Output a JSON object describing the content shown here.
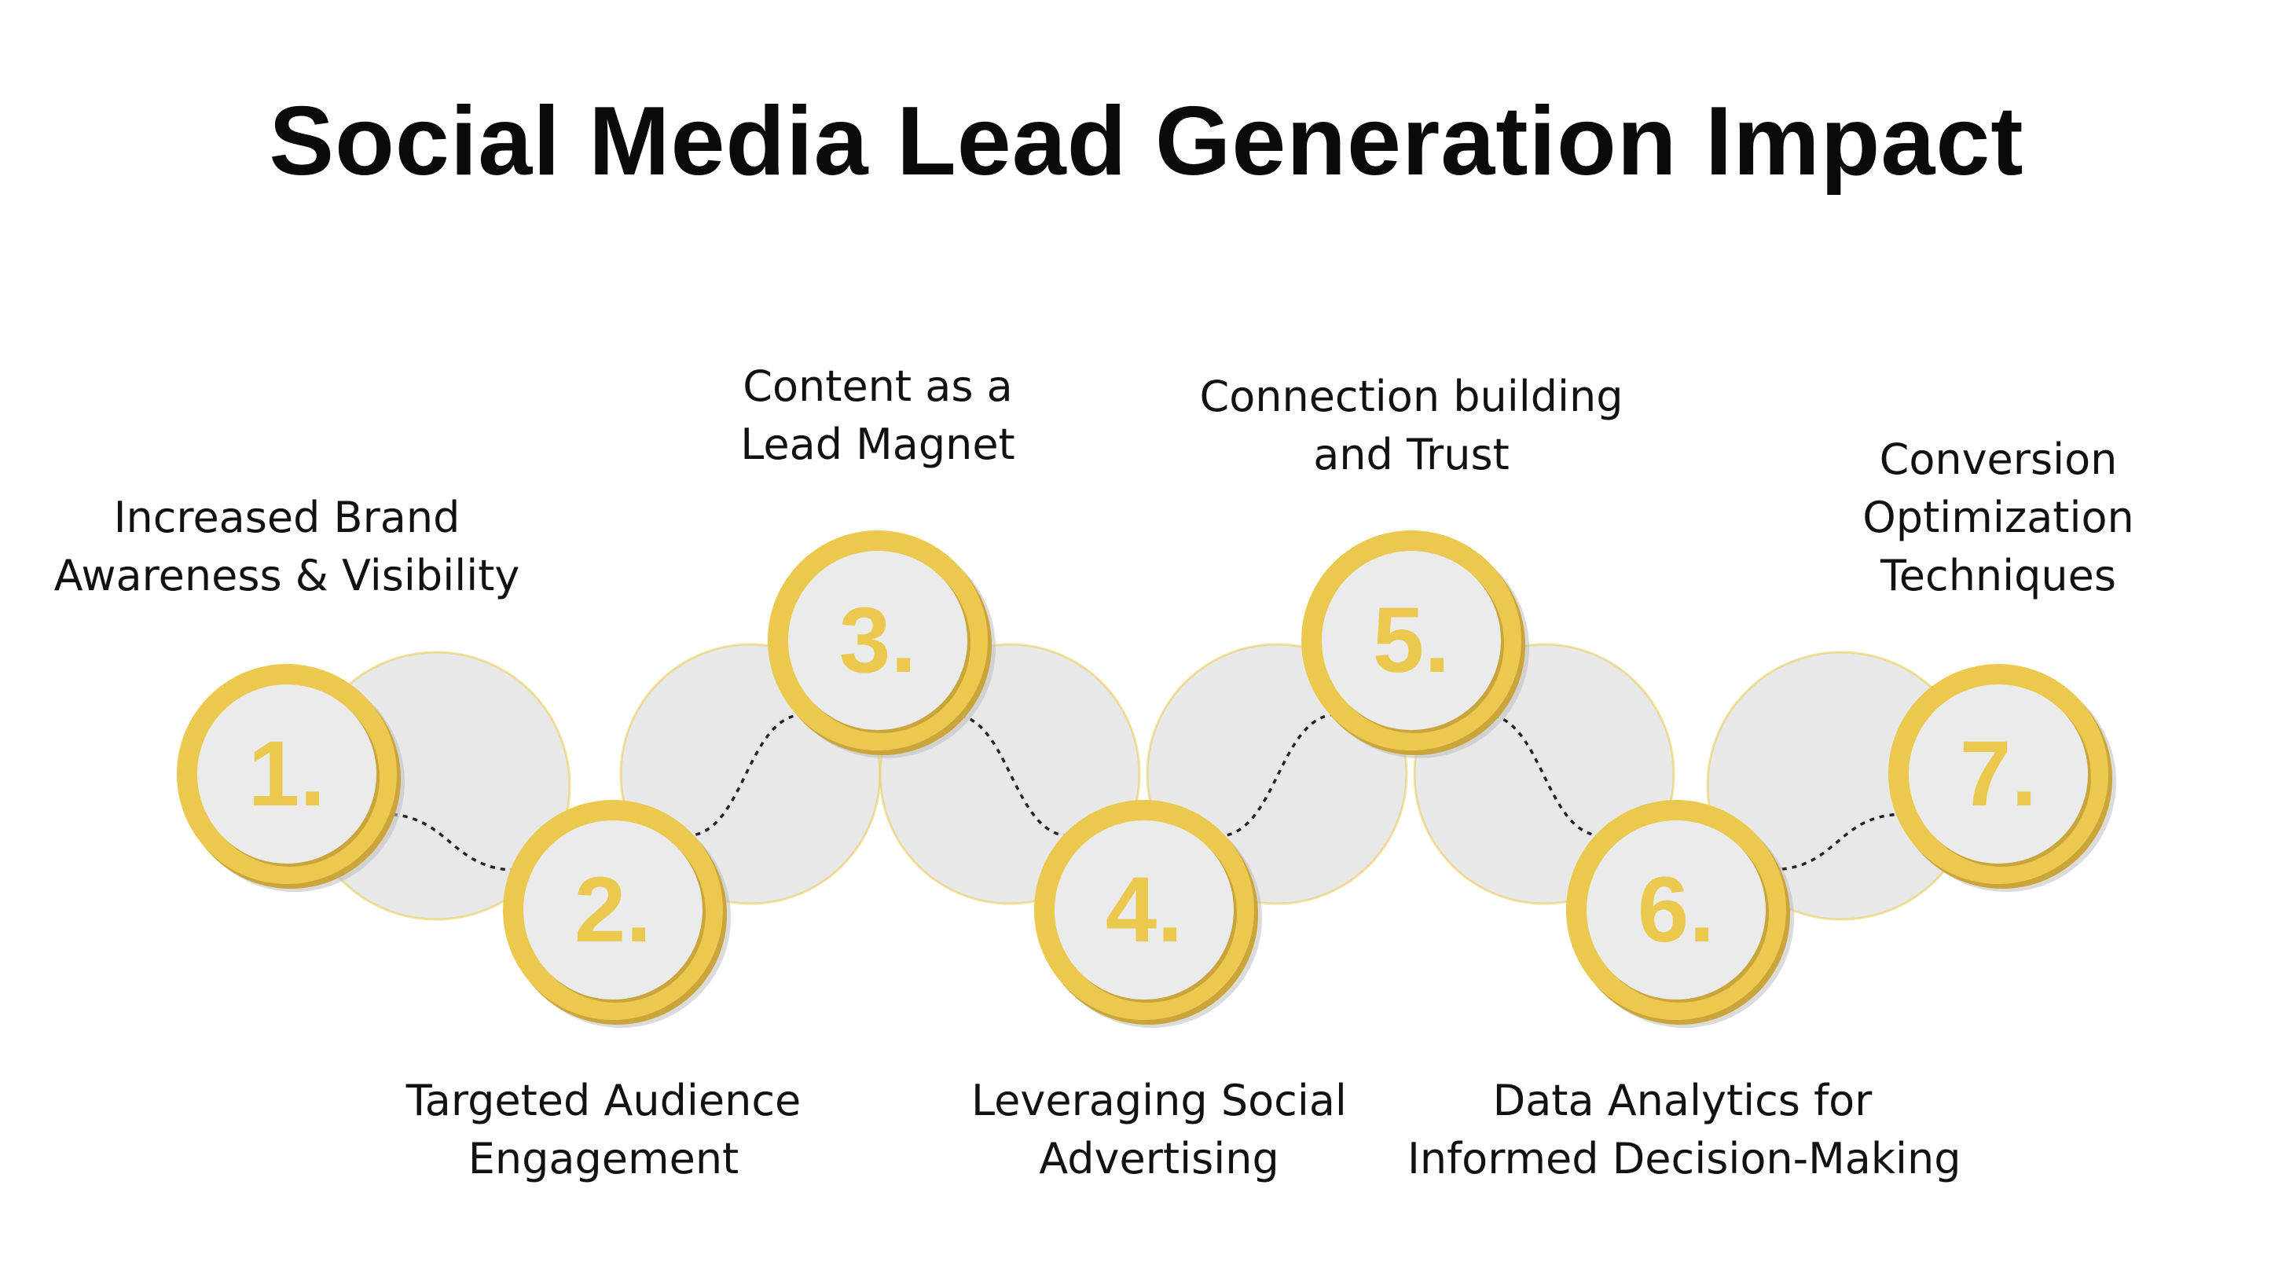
{
  "title": "Social Media Lead Generation Impact",
  "colors": {
    "ring": "#EBC94F",
    "ring_shadow": "#C9A53B",
    "disc": "#EBEBEB",
    "number": "#EBC94F",
    "connector_band": "#E8E8E8",
    "text": "#111111"
  },
  "steps": [
    {
      "number": "1.",
      "label_lines": [
        "Increased Brand",
        "Awareness & Visibility"
      ]
    },
    {
      "number": "2.",
      "label_lines": [
        "Targeted Audience",
        "Engagement"
      ]
    },
    {
      "number": "3.",
      "label_lines": [
        "Content as a",
        "Lead Magnet"
      ]
    },
    {
      "number": "4.",
      "label_lines": [
        "Leveraging Social",
        "Advertising"
      ]
    },
    {
      "number": "5.",
      "label_lines": [
        "Connection building",
        "and Trust"
      ]
    },
    {
      "number": "6.",
      "label_lines": [
        "Data Analytics for",
        "Informed Decision-Making"
      ]
    },
    {
      "number": "7.",
      "label_lines": [
        "Conversion",
        "Optimization",
        "Techniques"
      ]
    }
  ]
}
